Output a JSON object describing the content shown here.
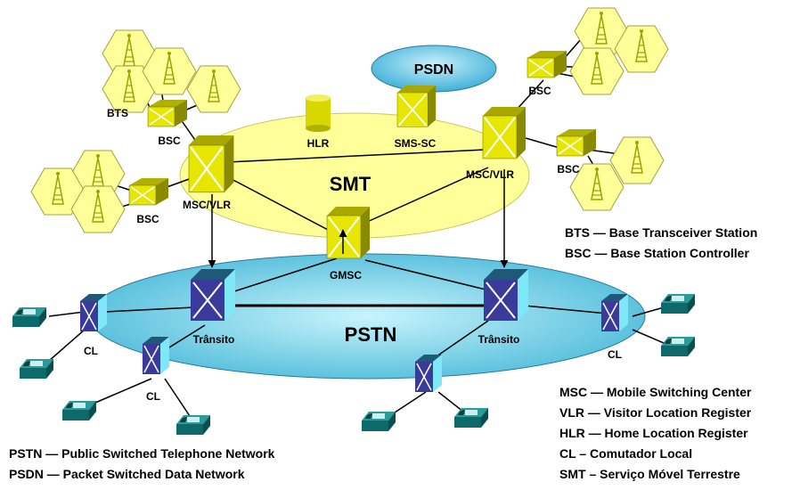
{
  "network": {
    "smt_label": "SMT",
    "pstn_label": "PSTN",
    "psdn_label": "PSDN"
  },
  "nodes": {
    "hlr": "HLR",
    "sms_sc": "SMS-SC",
    "gmsc": "GMSC",
    "msc_vlr": "MSC/VLR",
    "bsc": "BSC",
    "bts": "BTS",
    "transito": "Trânsito",
    "cl": "CL"
  },
  "legend_right_top": [
    "BTS — Base Transceiver Station",
    "BSC — Base Station Controller"
  ],
  "legend_right_bottom": [
    "MSC — Mobile Switching Center",
    "VLR — Visitor Location Register",
    "HLR — Home Location Register",
    "CL – Comutador Local",
    "SMT – Serviço Móvel Terrestre"
  ],
  "legend_left_bottom": [
    "PSTN — Public Switched Telephone Network",
    "PSDN — Packet Switched Data Network"
  ],
  "colors": {
    "smt_fill": "#ffff99",
    "pstn_fill": "#8fd8e8",
    "psdn_fill": "#5fc8e0",
    "switch_yellow": "#e6e600",
    "switch_blue": "#3a3a9a",
    "switch_cyan": "#7ee8f8",
    "phone_teal": "#1a8a8a"
  }
}
